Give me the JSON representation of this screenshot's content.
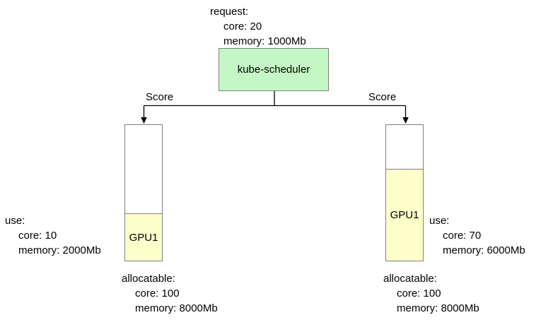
{
  "request": {
    "title": "request:",
    "lines": [
      "core: 20",
      "memory: 1000Mb"
    ]
  },
  "scheduler": {
    "label": "kube-scheduler"
  },
  "score_labels": [
    "Score",
    "Score"
  ],
  "nodes": [
    {
      "gpu_label": "GPU1",
      "use": {
        "title": "use:",
        "lines": [
          "core: 10",
          "memory: 2000Mb"
        ]
      },
      "allocatable": {
        "title": "allocatable:",
        "lines": [
          "core: 100",
          "memory: 8000Mb"
        ]
      }
    },
    {
      "gpu_label": "GPU1",
      "use": {
        "title": "use:",
        "lines": [
          "core: 70",
          "memory: 6000Mb"
        ]
      },
      "allocatable": {
        "title": "allocatable:",
        "lines": [
          "core: 100",
          "memory: 8000Mb"
        ]
      }
    }
  ],
  "colors": {
    "scheduler_fill": "#c5f6c5",
    "gpu_fill": "#ffffcc",
    "box_border": "#808080",
    "line": "#000000"
  }
}
